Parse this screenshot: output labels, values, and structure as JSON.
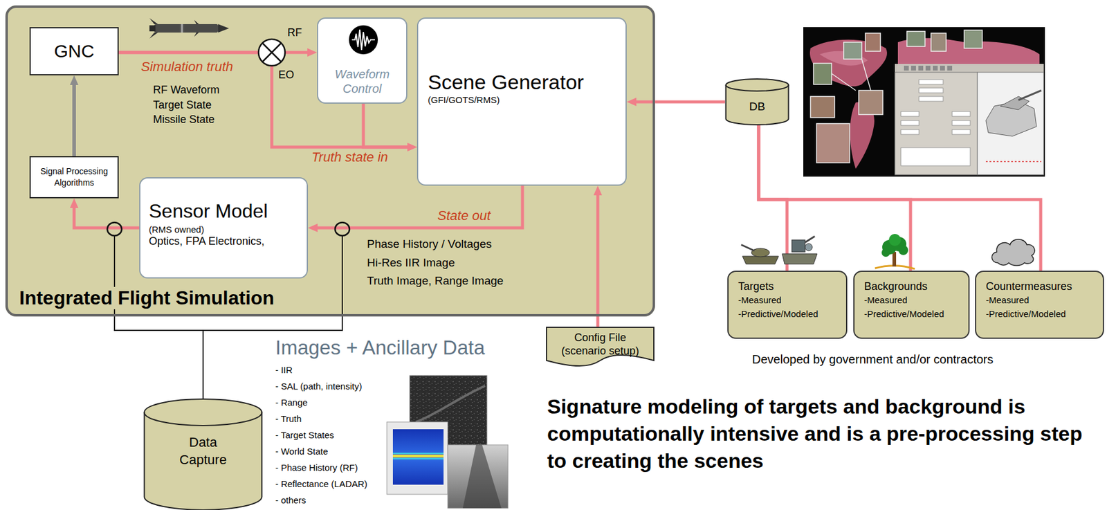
{
  "diagram": {
    "nodes": [
      {
        "text": [
          "Integrated Flight Simulation"
        ]
      },
      {
        "text": [
          "GNC"
        ],
        "in": 0
      },
      {
        "text": [
          "Waveform Control"
        ],
        "in": 0
      },
      {
        "text": [
          "Scene Generator",
          "(GFI/GOTS/RMS)"
        ],
        "in": 0
      },
      {
        "text": [
          "Signal Processing Algorithms"
        ],
        "in": 0
      },
      {
        "text": [
          "Sensor Model",
          "(RMS owned)",
          "Optics, FPA Electronics,"
        ],
        "in": 0
      },
      {
        "text": [
          "DB"
        ]
      },
      {
        "text": [
          "Config File (scenario setup)"
        ]
      },
      {
        "text": [
          "Data Capture"
        ]
      },
      {
        "text": [
          "Targets",
          "-Measured",
          "-Predictive/Modeled"
        ]
      },
      {
        "text": [
          "Backgrounds",
          "-Measured",
          "-Predictive/Modeled"
        ]
      },
      {
        "text": [
          "Countermeasures",
          "-Measured",
          "-Predictive/Modeled"
        ]
      }
    ],
    "edges": [
      {
        "from": 1,
        "to": 2,
        "arrow": "to",
        "label": "Simulation truth"
      },
      {
        "from": 1,
        "to": 3,
        "arrow": "to",
        "label": "Truth state in"
      },
      {
        "from": 2,
        "to": 3,
        "arrow": "to"
      },
      {
        "from": 6,
        "to": 3,
        "arrow": "to"
      },
      {
        "from": 3,
        "to": 5,
        "arrow": "to",
        "label": "State out"
      },
      {
        "from": 5,
        "to": 4,
        "arrow": "to"
      },
      {
        "from": 4,
        "to": 1,
        "arrow": "to"
      },
      {
        "from": 7,
        "to": 3,
        "arrow": "to"
      },
      {
        "from": 6,
        "to": 9,
        "arrow": "none"
      },
      {
        "from": 6,
        "to": 10,
        "arrow": "none"
      },
      {
        "from": 6,
        "to": 11,
        "arrow": "none"
      }
    ],
    "labels": [
      "RF",
      "EO",
      "RF Waveform",
      "Target State",
      "Missile State",
      "Phase History / Voltages",
      "Hi-Res IIR Image",
      "Truth Image, Range Image",
      "Images + Ancillary Data",
      "- IIR",
      "- SAL (path, intensity)",
      "- Range",
      "- Truth",
      "- Target States",
      "- World State",
      "- Phase History (RF)",
      "- Reflectance (LADAR)",
      "- others",
      "Developed by government and/or contractors",
      "Signature modeling of targets and background is computationally intensive and is a pre-processing step to creating the scenes"
    ]
  }
}
